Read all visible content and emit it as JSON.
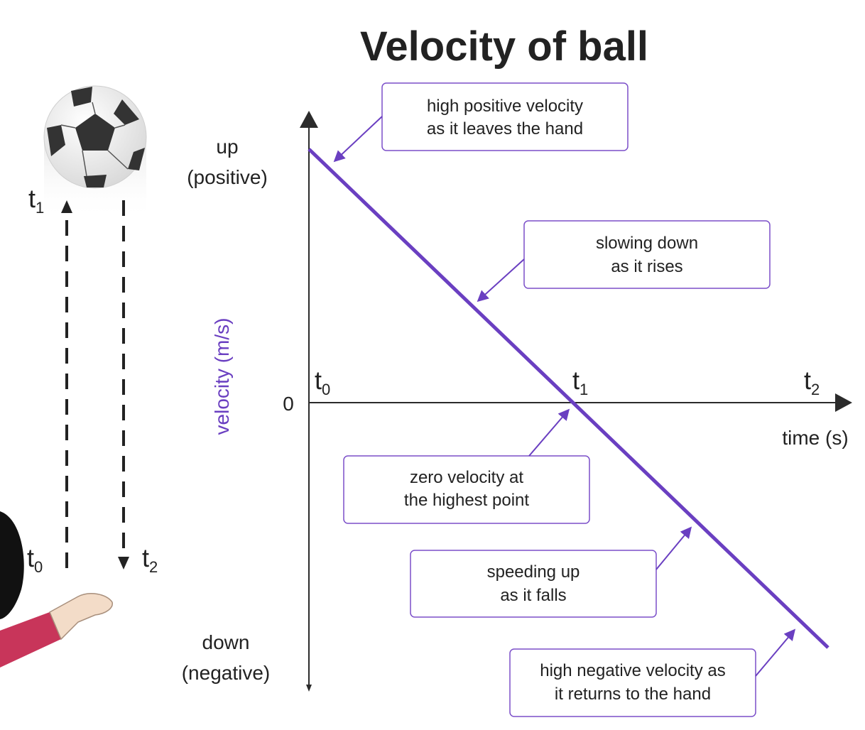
{
  "title": "Velocity of ball",
  "y_axis": {
    "label": "velocity (m/s)",
    "up_line1": "up",
    "up_line2": "(positive)",
    "down_line1": "down",
    "down_line2": "(negative)",
    "zero_label": "0"
  },
  "x_axis": {
    "label": "time (s)",
    "ticks": [
      {
        "main": "t",
        "sub": "0"
      },
      {
        "main": "t",
        "sub": "1"
      },
      {
        "main": "t",
        "sub": "2"
      }
    ]
  },
  "annotations": [
    {
      "line1": "high positive velocity",
      "line2": "as it leaves the hand"
    },
    {
      "line1": "slowing down",
      "line2": "as it rises"
    },
    {
      "line1": "zero velocity at",
      "line2": "the highest point"
    },
    {
      "line1": "speeding up",
      "line2": "as it falls"
    },
    {
      "line1": "high negative velocity as",
      "line2": "it returns to the hand"
    }
  ],
  "illustration_labels": [
    {
      "main": "t",
      "sub": "1"
    },
    {
      "main": "t",
      "sub": "0"
    },
    {
      "main": "t",
      "sub": "2"
    }
  ],
  "colors": {
    "accent": "#6a3fc1",
    "axis": "#2b2b2b",
    "box_border": "#7b4fc9",
    "sleeve": "#c8355a",
    "skin": "#f3dcc8"
  }
}
